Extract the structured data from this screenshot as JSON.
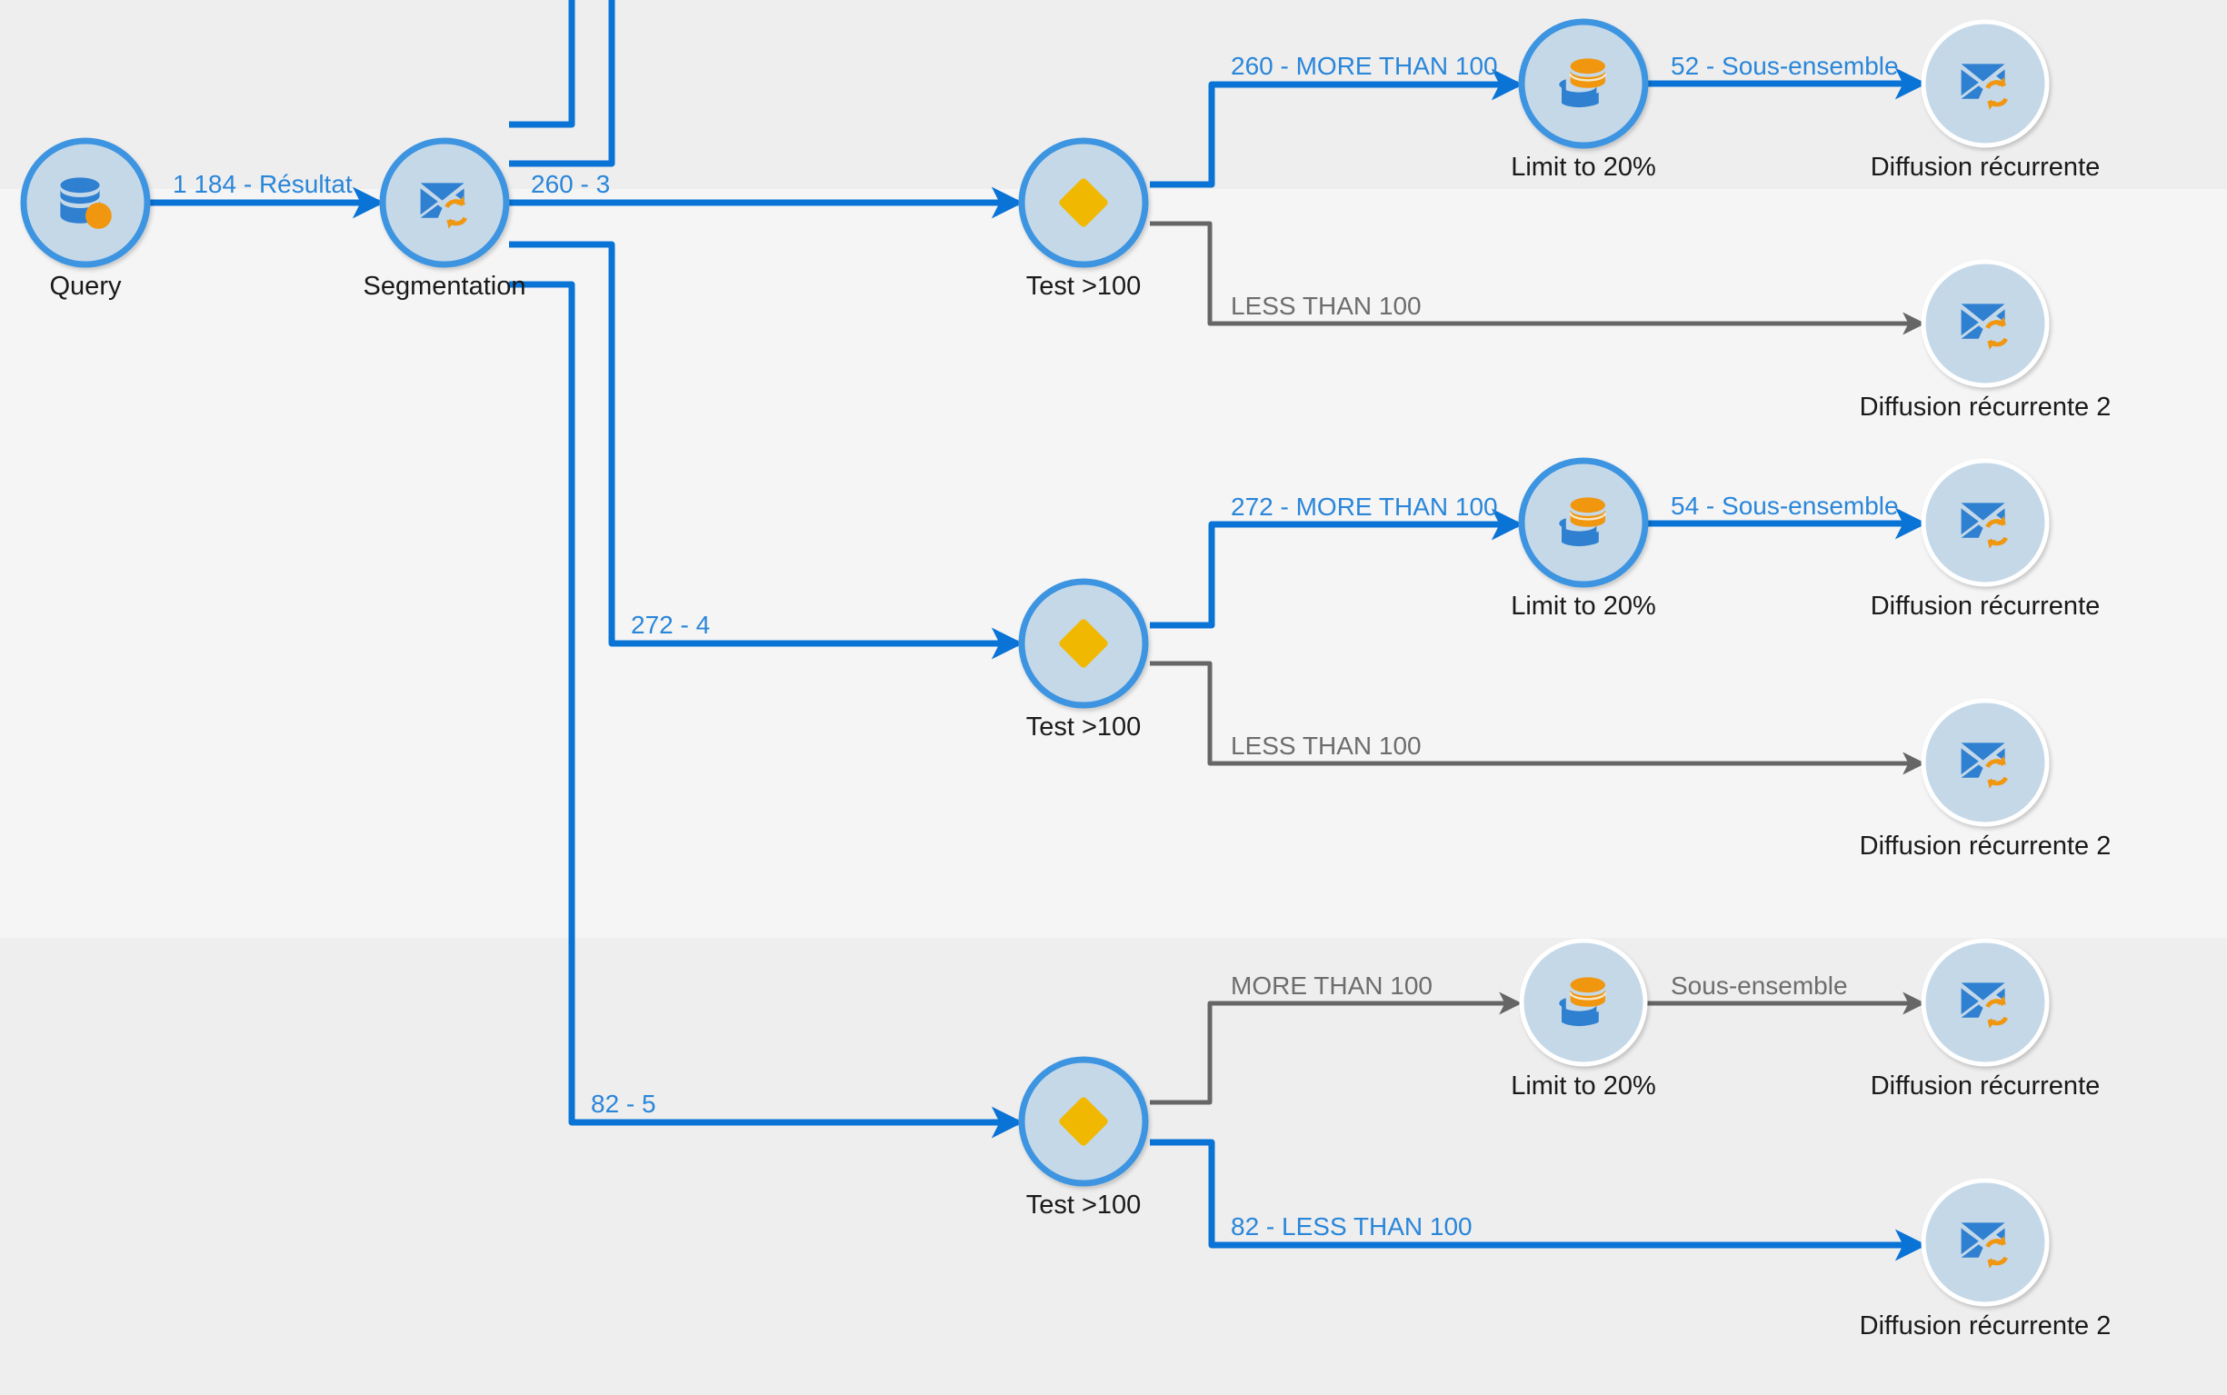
{
  "colors": {
    "active_wire": "#0a73d6",
    "inactive_wire": "#666666",
    "node_fill": "#c5d8e8",
    "node_active_ring": "#3d94e0",
    "node_inactive_ring": "#ffffff",
    "icon_blue": "#2f80d1",
    "icon_orange": "#f0960f",
    "diamond": "#f0b800"
  },
  "nodes": [
    {
      "id": "query",
      "label": "Query",
      "icon": "query-icon",
      "active": true
    },
    {
      "id": "segmentation",
      "label": "Segmentation",
      "icon": "segmentation-icon",
      "active": true
    },
    {
      "id": "test1",
      "label": "Test >100",
      "icon": "test-diamond-icon",
      "active": true
    },
    {
      "id": "limit1",
      "label": "Limit to 20%",
      "icon": "split-icon",
      "active": true
    },
    {
      "id": "diff1",
      "label": "Diffusion récurrente",
      "icon": "recurring-delivery-icon",
      "active": false
    },
    {
      "id": "diff2",
      "label": "Diffusion récurrente 2",
      "icon": "recurring-delivery-icon",
      "active": false
    },
    {
      "id": "test2",
      "label": "Test >100",
      "icon": "test-diamond-icon",
      "active": true
    },
    {
      "id": "limit2",
      "label": "Limit to 20%",
      "icon": "split-icon",
      "active": true
    },
    {
      "id": "diff3",
      "label": "Diffusion récurrente",
      "icon": "recurring-delivery-icon",
      "active": false
    },
    {
      "id": "diff4",
      "label": "Diffusion récurrente 2",
      "icon": "recurring-delivery-icon",
      "active": false
    },
    {
      "id": "test3",
      "label": "Test >100",
      "icon": "test-diamond-icon",
      "active": true
    },
    {
      "id": "limit3",
      "label": "Limit to 20%",
      "icon": "split-icon",
      "active": false
    },
    {
      "id": "diff5",
      "label": "Diffusion récurrente",
      "icon": "recurring-delivery-icon",
      "active": false
    },
    {
      "id": "diff6",
      "label": "Diffusion récurrente 2",
      "icon": "recurring-delivery-icon",
      "active": false
    }
  ],
  "edges": [
    {
      "id": "e-query-seg",
      "from": "query",
      "to": "segmentation",
      "label": "1 184 - Résultat",
      "active": true
    },
    {
      "id": "e-seg-test1",
      "from": "segmentation",
      "to": "test1",
      "label": "260 - 3",
      "active": true
    },
    {
      "id": "e-seg-test2",
      "from": "segmentation",
      "to": "test2",
      "label": "272 - 4",
      "active": true
    },
    {
      "id": "e-seg-test3",
      "from": "segmentation",
      "to": "test3",
      "label": "82 - 5",
      "active": true
    },
    {
      "id": "e-seg-up1",
      "from": "segmentation",
      "to": "",
      "label": "",
      "active": true
    },
    {
      "id": "e-seg-up2",
      "from": "segmentation",
      "to": "",
      "label": "",
      "active": true
    },
    {
      "id": "e-test1-limit1",
      "from": "test1",
      "to": "limit1",
      "label": "260 - MORE THAN 100",
      "active": true
    },
    {
      "id": "e-limit1-diff1",
      "from": "limit1",
      "to": "diff1",
      "label": "52 - Sous-ensemble",
      "active": true
    },
    {
      "id": "e-test1-diff2",
      "from": "test1",
      "to": "diff2",
      "label": "LESS THAN 100",
      "active": false
    },
    {
      "id": "e-test2-limit2",
      "from": "test2",
      "to": "limit2",
      "label": "272 - MORE THAN 100",
      "active": true
    },
    {
      "id": "e-limit2-diff3",
      "from": "limit2",
      "to": "diff3",
      "label": "54 - Sous-ensemble",
      "active": true
    },
    {
      "id": "e-test2-diff4",
      "from": "test2",
      "to": "diff4",
      "label": "LESS THAN 100",
      "active": false
    },
    {
      "id": "e-test3-limit3",
      "from": "test3",
      "to": "limit3",
      "label": "MORE THAN 100",
      "active": false
    },
    {
      "id": "e-limit3-diff5",
      "from": "limit3",
      "to": "diff5",
      "label": "Sous-ensemble",
      "active": false
    },
    {
      "id": "e-test3-diff6",
      "from": "test3",
      "to": "diff6",
      "label": "82 - LESS THAN 100",
      "active": true
    }
  ]
}
